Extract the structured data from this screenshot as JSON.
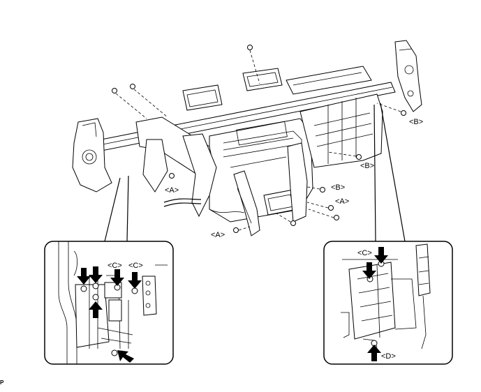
{
  "callouts": {
    "a1": "<A>",
    "a2": "<A>",
    "a3": "<A>",
    "b1": "<B>",
    "b2": "<B>",
    "b3": "<B>",
    "c1": "<C>",
    "c2": "<C>",
    "c3": "<C>",
    "d1": "<D>"
  },
  "corner_mark": "P"
}
